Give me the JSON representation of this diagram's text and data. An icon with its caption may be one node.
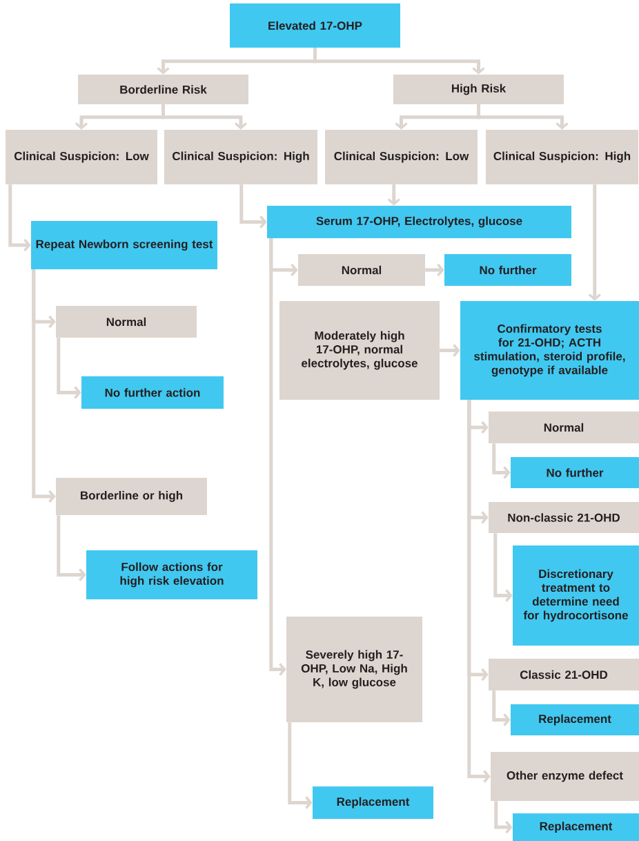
{
  "diagram": {
    "nodes": [
      {
        "text": [
          "Elevated 17-OHP"
        ]
      },
      {
        "text": [
          "Borderline Risk"
        ]
      },
      {
        "text": [
          "High Risk"
        ]
      },
      {
        "text": [
          "Clinical Suspicion: Low"
        ]
      },
      {
        "text": [
          "Clinical Suspicion: High"
        ]
      },
      {
        "text": [
          "Clinical Suspicion: Low"
        ]
      },
      {
        "text": [
          "Clinical Suspicion: High"
        ]
      },
      {
        "text": [
          "Repeat Newborn screening test"
        ]
      },
      {
        "text": [
          "Serum 17-OHP, Electrolytes, glucose"
        ]
      },
      {
        "text": [
          "Normal"
        ]
      },
      {
        "text": [
          "No further"
        ]
      },
      {
        "text": [
          "Normal"
        ]
      },
      {
        "text": [
          "No further action"
        ]
      },
      {
        "text": [
          "Moderately high 17-OHP, normal electrolytes, glucose"
        ]
      },
      {
        "text": [
          "Confirmatory tests for 21-OHD; ACTH stimulation, steroid profile, genotype if available"
        ]
      },
      {
        "text": [
          "Normal"
        ]
      },
      {
        "text": [
          "No further"
        ]
      },
      {
        "text": [
          "Borderline or high"
        ]
      },
      {
        "text": [
          "Follow actions for high risk elevation"
        ]
      },
      {
        "text": [
          "Non-classic 21-OHD"
        ]
      },
      {
        "text": [
          "Discretionary treatment to determine need for hydrocortisone"
        ]
      },
      {
        "text": [
          "Severely high 17-OHP, Low Na, High K, low glucose"
        ]
      },
      {
        "text": [
          "Classic 21-OHD"
        ]
      },
      {
        "text": [
          "Replacement"
        ]
      },
      {
        "text": [
          "Replacement"
        ]
      },
      {
        "text": [
          "Other enzyme defect"
        ]
      },
      {
        "text": [
          "Replacement"
        ]
      }
    ],
    "edges": [
      {
        "from": 0,
        "to": 1,
        "arrow": "to"
      },
      {
        "from": 0,
        "to": 2,
        "arrow": "to"
      },
      {
        "from": 1,
        "to": 3,
        "arrow": "to"
      },
      {
        "from": 1,
        "to": 4,
        "arrow": "to"
      },
      {
        "from": 2,
        "to": 5,
        "arrow": "to"
      },
      {
        "from": 2,
        "to": 6,
        "arrow": "to"
      },
      {
        "from": 3,
        "to": 7,
        "arrow": "to"
      },
      {
        "from": 4,
        "to": 8,
        "arrow": "to"
      },
      {
        "from": 5,
        "to": 8,
        "arrow": "to"
      },
      {
        "from": 6,
        "to": 14,
        "arrow": "to"
      },
      {
        "from": 8,
        "to": 9,
        "arrow": "to"
      },
      {
        "from": 8,
        "to": 21,
        "arrow": "to"
      },
      {
        "from": 9,
        "to": 10,
        "arrow": "to"
      },
      {
        "from": 13,
        "to": 14,
        "arrow": "to"
      },
      {
        "from": 7,
        "to": 11,
        "arrow": "to"
      },
      {
        "from": 7,
        "to": 17,
        "arrow": "to"
      },
      {
        "from": 11,
        "to": 12,
        "arrow": "to"
      },
      {
        "from": 17,
        "to": 18,
        "arrow": "to"
      },
      {
        "from": 14,
        "to": 15,
        "arrow": "to"
      },
      {
        "from": 14,
        "to": 19,
        "arrow": "to"
      },
      {
        "from": 14,
        "to": 22,
        "arrow": "to"
      },
      {
        "from": 14,
        "to": 25,
        "arrow": "to"
      },
      {
        "from": 15,
        "to": 16,
        "arrow": "to"
      },
      {
        "from": 19,
        "to": 20,
        "arrow": "to"
      },
      {
        "from": 22,
        "to": 23,
        "arrow": "to"
      },
      {
        "from": 25,
        "to": 26,
        "arrow": "to"
      },
      {
        "from": 21,
        "to": 24,
        "arrow": "to"
      }
    ]
  }
}
